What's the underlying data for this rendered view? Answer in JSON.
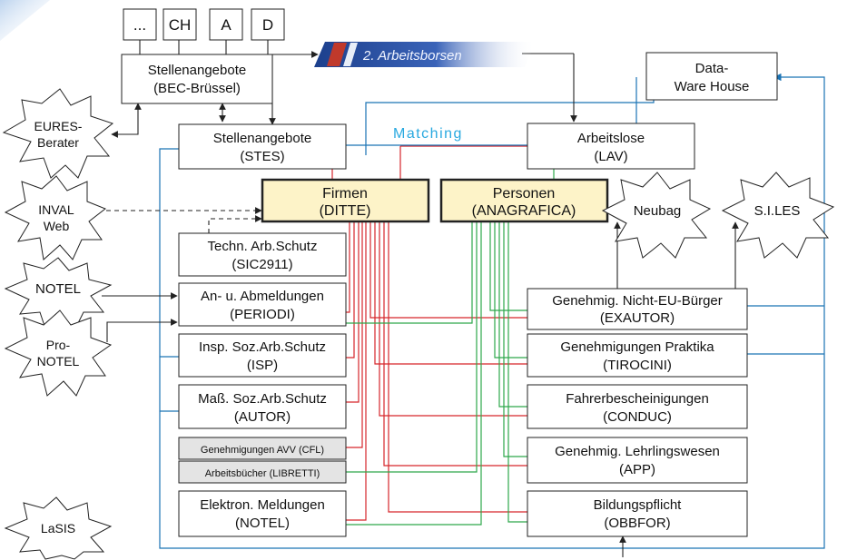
{
  "colors": {
    "red": "#d6262b",
    "green": "#2da84b",
    "blue": "#1a73b5",
    "matching": "#29a9e0",
    "highlight": "#fdf3c8"
  },
  "top_boxes": {
    "dots": "...",
    "ch": "CH",
    "a": "A",
    "d": "D"
  },
  "banner": {
    "text": "2. Arbeitsborsen"
  },
  "matching_label": "Matching",
  "boxes": {
    "bec_1": "Stellenangebote",
    "bec_2": "(BEC-Brüssel)",
    "stes_1": "Stellenangebote",
    "stes_2": "(STES)",
    "lav_1": "Arbeitslose",
    "lav_2": "(LAV)",
    "dwh_1": "Data-",
    "dwh_2": "Ware House",
    "ditte_1": "Firmen",
    "ditte_2": "(DITTE)",
    "anag_1": "Personen",
    "anag_2": "(ANAGRAFICA)",
    "sic_1": "Techn. Arb.Schutz",
    "sic_2": "(SIC2911)",
    "periodi_1": "An- u. Abmeldungen",
    "periodi_2": "(PERIODI)",
    "isp_1": "Insp. Soz.Arb.Schutz",
    "isp_2": "(ISP)",
    "autor_1": "Maß. Soz.Arb.Schutz",
    "autor_2": "(AUTOR)",
    "cfl": "Genehmigungen AVV (CFL)",
    "libretti": "Arbeitsbücher (LIBRETTI)",
    "notel_1": "Elektron. Meldungen",
    "notel_2": "(NOTEL)",
    "exautor_1": "Genehmig. Nicht-EU-Bürger",
    "exautor_2": "(EXAUTOR)",
    "tirocini_1": "Genehmigungen Praktika",
    "tirocini_2": "(TIROCINI)",
    "conduc_1": "Fahrerbescheinigungen",
    "conduc_2": "(CONDUC)",
    "app_1": "Genehmig. Lehrlingswesen",
    "app_2": "(APP)",
    "obbfor_1": "Bildungspflicht",
    "obbfor_2": "(OBBFOR)"
  },
  "stars": {
    "eures_1": "EURES-",
    "eures_2": "Berater",
    "inval_1": "INVAL",
    "inval_2": "Web",
    "notel": "NOTEL",
    "pronotel_1": "Pro-",
    "pronotel_2": "NOTEL",
    "lasis": "LaSIS",
    "neubag": "Neubag",
    "siles": "S.I.LES"
  }
}
